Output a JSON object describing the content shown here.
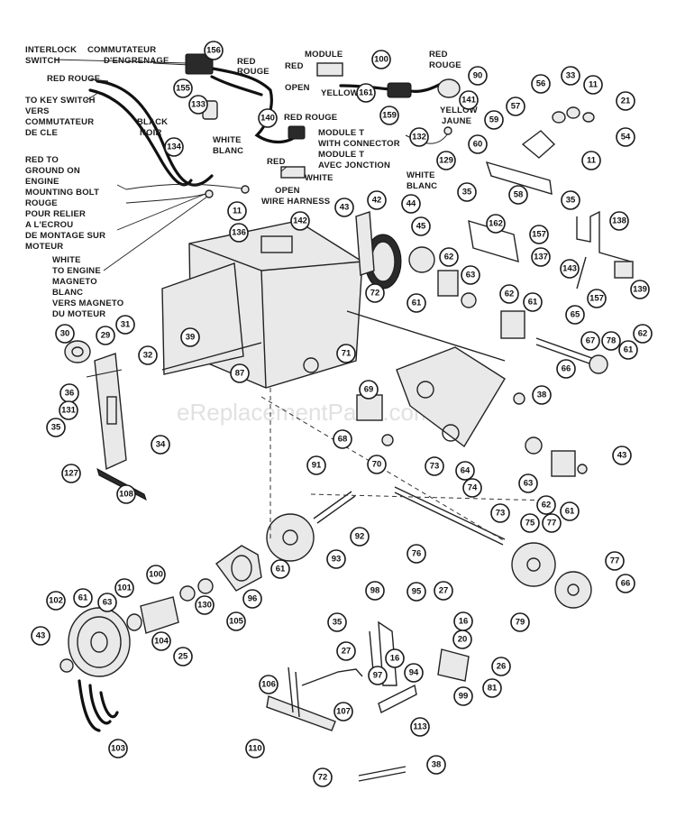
{
  "watermark": "eReplacementParts.com",
  "labels": {
    "interlock_1": "INTERLOCK",
    "interlock_2": "SWITCH",
    "commutateur_1": "COMMUTATEUR",
    "commutateur_2": "D'ENGRENAGE",
    "red_rouge_top": "RED",
    "red_rouge_top2": "ROUGE",
    "red_rouge_left": "RED ROUGE",
    "key_1": "TO KEY SWITCH",
    "key_2": "VERS",
    "key_3": "COMMUTATEUR",
    "key_4": "DE CLE",
    "black_1": "BLACK",
    "black_2": "NOIR",
    "white_blanc_1": "WHITE",
    "white_blanc_2": "BLANC",
    "red_rouge_mid": "RED ROUGE",
    "module": "MODULE",
    "module_red": "RED",
    "module_open": "OPEN",
    "module_yellow": "YELLOW",
    "red_rouge_right1": "RED",
    "red_rouge_right2": "ROUGE",
    "yellow_jaune_1": "YELLOW",
    "yellow_jaune_2": "JAUNE",
    "module_t_1": "MODULE T",
    "module_t_2": "WITH CONNECTOR",
    "module_t_3": "MODULE T",
    "module_t_4": "AVEC JONCTION",
    "harness_red": "RED",
    "harness_white": "WHITE",
    "harness_open": "OPEN",
    "harness_name": "WIRE HARNESS",
    "white_blanc_r1": "WHITE",
    "white_blanc_r2": "BLANC",
    "ground_1": "RED TO",
    "ground_2": "GROUND ON",
    "ground_3": "ENGINE",
    "ground_4": "MOUNTING BOLT",
    "ground_5": "ROUGE",
    "ground_6": "POUR RELIER",
    "ground_7": "A L'ECROU",
    "ground_8": "DE MONTAGE SUR",
    "ground_9": "MOTEUR",
    "magneto_1": "WHITE",
    "magneto_2": "TO ENGINE",
    "magneto_3": "MAGNETO",
    "magneto_4": "BLANC",
    "magneto_5": "VERS MAGNETO",
    "magneto_6": "DU MOTEUR"
  },
  "callouts": [
    "156",
    "155",
    "133",
    "134",
    "140",
    "100",
    "90",
    "161",
    "159",
    "141",
    "132",
    "129",
    "56",
    "33",
    "11",
    "21",
    "57",
    "59",
    "60",
    "54",
    "11",
    "58",
    "35",
    "35",
    "11",
    "136",
    "142",
    "43",
    "42",
    "44",
    "45",
    "162",
    "157",
    "137",
    "138",
    "143",
    "157",
    "139",
    "62",
    "63",
    "61",
    "72",
    "62",
    "61",
    "65",
    "30",
    "29",
    "31",
    "32",
    "39",
    "87",
    "71",
    "67",
    "78",
    "61",
    "62",
    "66",
    "36",
    "131",
    "35",
    "34",
    "127",
    "108",
    "69",
    "38",
    "68",
    "70",
    "73",
    "64",
    "63",
    "62",
    "61",
    "43",
    "91",
    "92",
    "74",
    "73",
    "75",
    "77",
    "76",
    "93",
    "61",
    "96",
    "100",
    "101",
    "130",
    "102",
    "61",
    "63",
    "105",
    "104",
    "25",
    "43",
    "98",
    "95",
    "27",
    "35",
    "16",
    "27",
    "20",
    "16",
    "94",
    "97",
    "99",
    "26",
    "81",
    "106",
    "107",
    "113",
    "110",
    "72",
    "38",
    "79",
    "77",
    "66",
    "103"
  ]
}
